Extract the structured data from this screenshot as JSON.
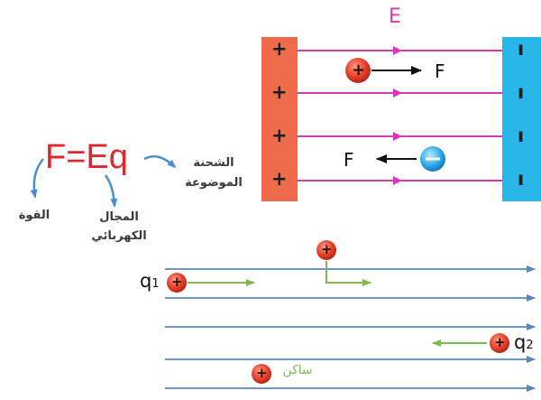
{
  "capacitor": {
    "field_label": "E",
    "positive_plate_sign": "+",
    "negative_plate_sign": "ı",
    "force_label_positive": "F",
    "force_label_negative": "F"
  },
  "formula": {
    "equation": "F=Eq",
    "label_force": "القوة",
    "label_field_line1": "المجال",
    "label_field_line2": "الكهربائي",
    "label_charge_line1": "الشحنة",
    "label_charge_line2": "الموضوعة"
  },
  "field_lines_panel": {
    "charge_q1_symbol": "q",
    "charge_q1_subscript": "1",
    "charge_q2_symbol": "q",
    "charge_q2_subscript": "2",
    "stationary_label": "ساكن"
  },
  "colors": {
    "positive_plate": "#ef6a4a",
    "negative_plate": "#29b6e8",
    "capacitor_field_line": "#d63ab4",
    "formula_red": "#e0262a",
    "annotation_blue": "#4a8fce",
    "panel_field_line": "#5b86c4",
    "green_arrow": "#7dbb52",
    "stationary_text": "#7dbb52"
  }
}
